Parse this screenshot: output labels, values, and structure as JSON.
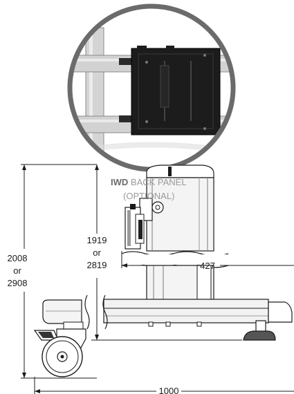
{
  "callout": {
    "line1_prefix": "IWD",
    "line1_rest": " BACK PANEL",
    "line2": "(OPTIONAL)"
  },
  "dimensions": {
    "overall_height_a": "2008",
    "overall_height_or": "or",
    "overall_height_b": "2908",
    "column_height_a": "1919",
    "column_height_or": "or",
    "column_height_b": "2819",
    "column_depth": "427",
    "base_width": "1000"
  },
  "colors": {
    "line": "#1a1a1a",
    "panel": "#1c1c1c",
    "frame_gray": "#bfbfbf",
    "circle_stroke": "#6b6b6b",
    "column_fill": "#f4f4f4"
  }
}
